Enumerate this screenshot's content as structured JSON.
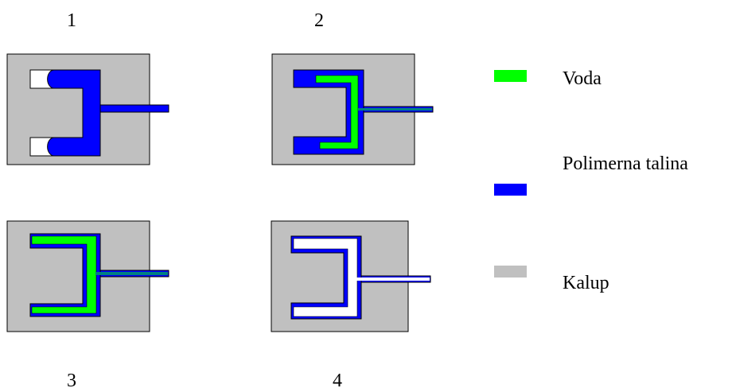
{
  "steps": [
    {
      "number": "1",
      "fill": "polymer",
      "core": "none"
    },
    {
      "number": "2",
      "fill": "polymer",
      "core": "water"
    },
    {
      "number": "3",
      "fill": "polymer",
      "core": "water"
    },
    {
      "number": "4",
      "fill": "polymer",
      "core": "hollow"
    }
  ],
  "legend": [
    {
      "label": "Voda",
      "color": "#00ff00"
    },
    {
      "label": "Polimerna talina",
      "color": "#0000ff"
    },
    {
      "label": "Kalup",
      "color": "#c0c0c0"
    }
  ],
  "colors": {
    "mold": "#c0c0c0",
    "polymer": "#0000ff",
    "water": "#00ff00",
    "channel_water": "#008080",
    "cavity_empty": "#ffffff",
    "outline": "#000000"
  }
}
